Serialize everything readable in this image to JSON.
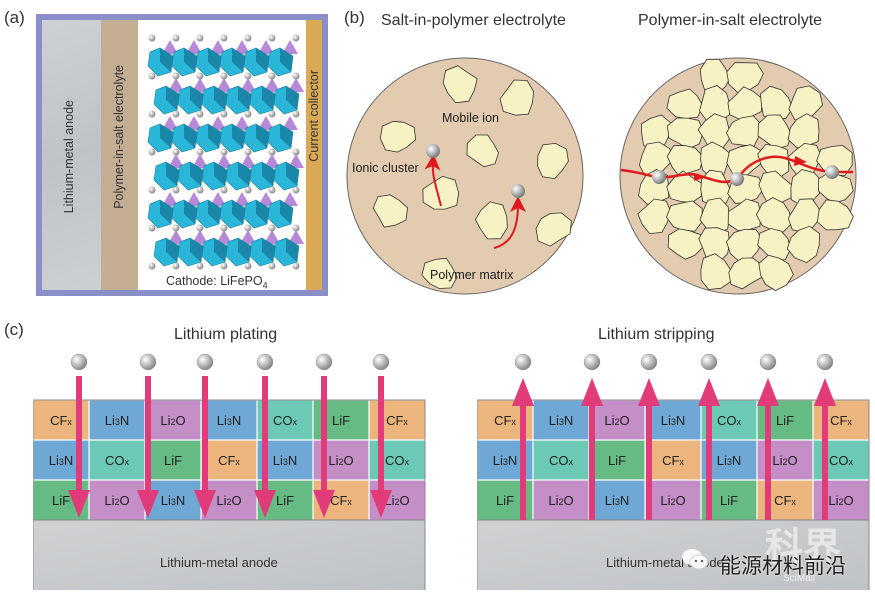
{
  "panels": {
    "a": {
      "label": "(a)",
      "layers": {
        "anode": "Lithium-metal anode",
        "electrolyte": "Polymer-in-salt electrolyte",
        "cathode": "Cathode: LiFePO",
        "cathode_sub": "4",
        "collector": "Current collector"
      },
      "colors": {
        "frame": "#8a8fc9",
        "anode": "#c5c8cc",
        "electrolyte": "#c3ad93",
        "collector": "#d9a955",
        "octahedron": "#29b6d8",
        "tetrahedron": "#b888d8"
      }
    },
    "b": {
      "label": "(b)",
      "left": {
        "title": "Salt-in-polymer electrolyte",
        "mobile_ion": "Mobile ion",
        "ionic_cluster": "Ionic cluster",
        "polymer_matrix": "Polymer matrix"
      },
      "right": {
        "title": "Polymer-in-salt electrolyte"
      },
      "colors": {
        "matrix": "#e3cbb0",
        "cluster": "#f6f2c3",
        "path": "#e0191e"
      }
    },
    "c": {
      "label": "(c)",
      "plating": {
        "title": "Lithium plating",
        "anode": "Lithium-metal anode",
        "direction": "down"
      },
      "stripping": {
        "title": "Lithium stripping",
        "anode": "Lithium-metal anode",
        "direction": "up"
      },
      "sei_rows": [
        [
          "CFx",
          "Li3N",
          "Li2O",
          "Li3N",
          "COx",
          "LiF",
          "CFx"
        ],
        [
          "Li3N",
          "COx",
          "LiF",
          "CFx",
          "Li3N",
          "Li2O",
          "COx"
        ],
        [
          "LiF",
          "Li2O",
          "Li3N",
          "Li2O",
          "LiF",
          "CFx",
          "Li2O"
        ]
      ],
      "species_colors": {
        "CFx": "#ecb57e",
        "Li3N": "#6fa8d4",
        "Li2O": "#c48fc6",
        "COx": "#6cc9b6",
        "LiF": "#66bb85"
      },
      "arrow_color": "#e23b7a",
      "ion_count": 6
    }
  },
  "watermark": {
    "text": "能源材料前沿",
    "faint": "科界",
    "sub": "SciMall"
  }
}
